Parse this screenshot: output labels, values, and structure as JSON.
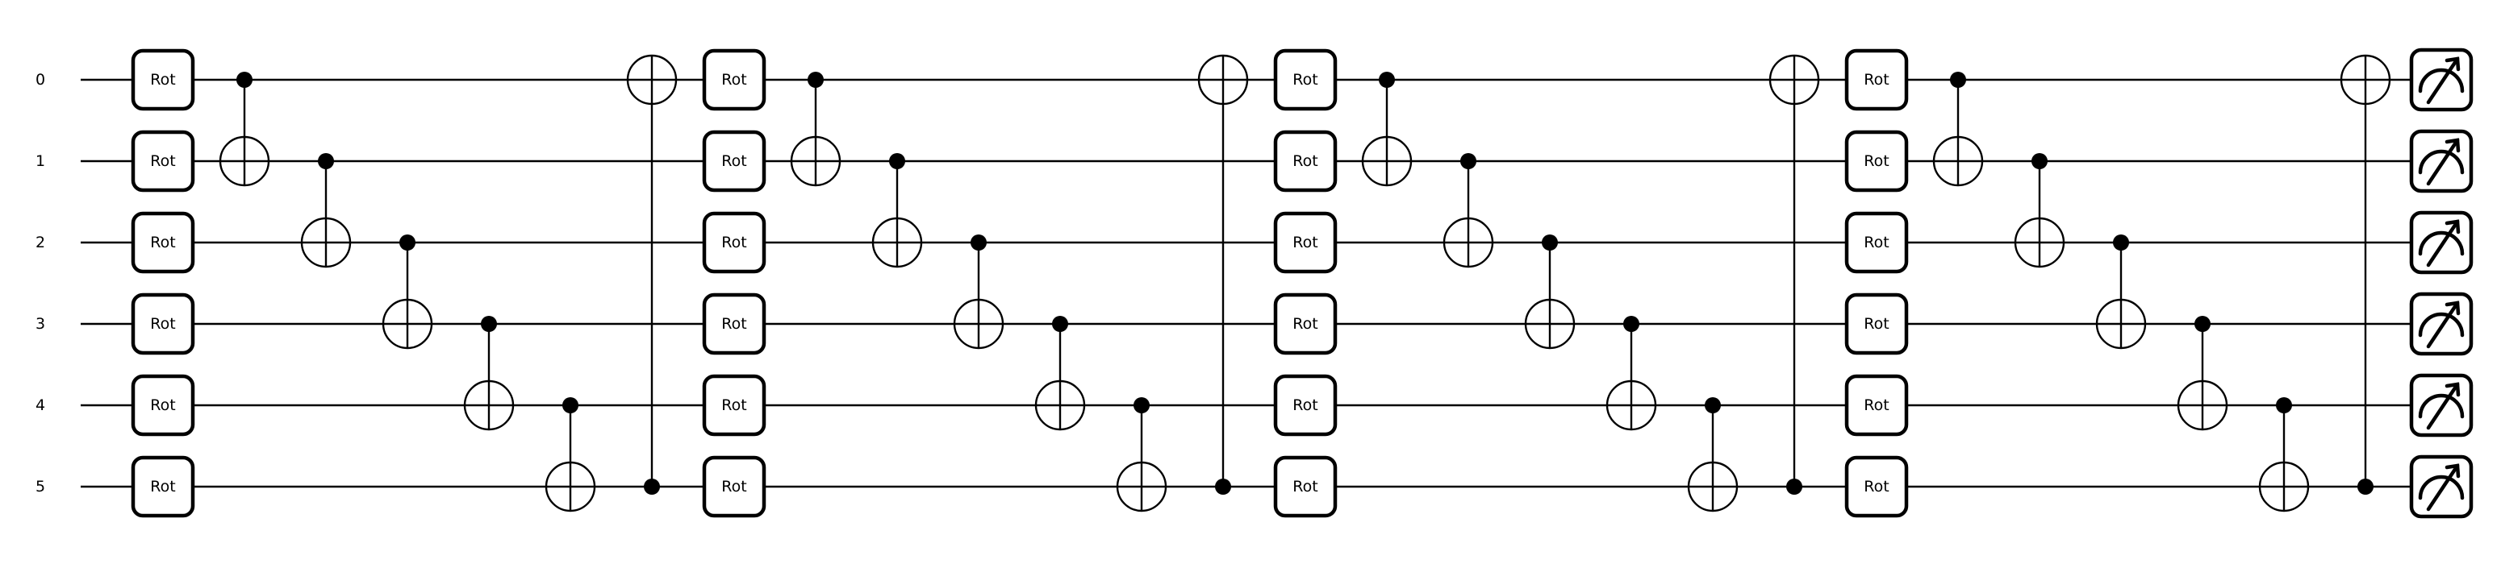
{
  "circuit": {
    "wires": [
      "0",
      "1",
      "2",
      "3",
      "4",
      "5"
    ],
    "gate_label": "Rot",
    "layers": 4,
    "cnot_ring": [
      [
        0,
        1
      ],
      [
        1,
        2
      ],
      [
        2,
        3
      ],
      [
        3,
        4
      ],
      [
        4,
        5
      ],
      [
        5,
        0
      ]
    ],
    "measurement_icon": "meter-icon"
  }
}
